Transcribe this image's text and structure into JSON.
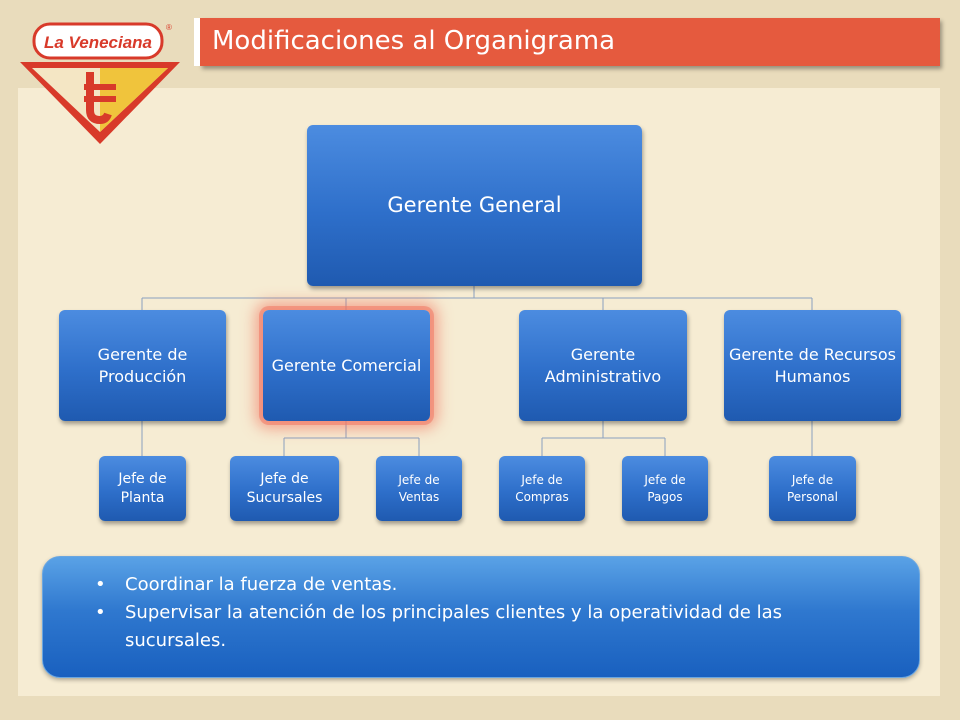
{
  "header": {
    "title": "Modificaciones al Organigrama",
    "logo_text": "La Veneciana",
    "logo_mark": "®"
  },
  "colors": {
    "title_bar": "#e55a3e",
    "node_blue": "#2e6fca",
    "background": "#f6ecd3",
    "highlight_glow": "#f07864"
  },
  "org": {
    "root": "Gerente General",
    "managers": [
      {
        "label": "Gerente de Producción",
        "children": [
          "Jefe de Planta"
        ]
      },
      {
        "label": "Gerente Comercial",
        "highlighted": true,
        "children": [
          "Jefe de Sucursales",
          "Jefe de Ventas"
        ]
      },
      {
        "label": "Gerente Administrativo",
        "children": [
          "Jefe de Compras",
          "Jefe de Pagos"
        ]
      },
      {
        "label": "Gerente de Recursos Humanos",
        "children": [
          "Jefe de Personal"
        ]
      }
    ]
  },
  "notes": {
    "bullet": "•",
    "items": [
      "Coordinar la fuerza de ventas.",
      "Supervisar la atención de los principales clientes y la operatividad de las sucursales."
    ]
  }
}
